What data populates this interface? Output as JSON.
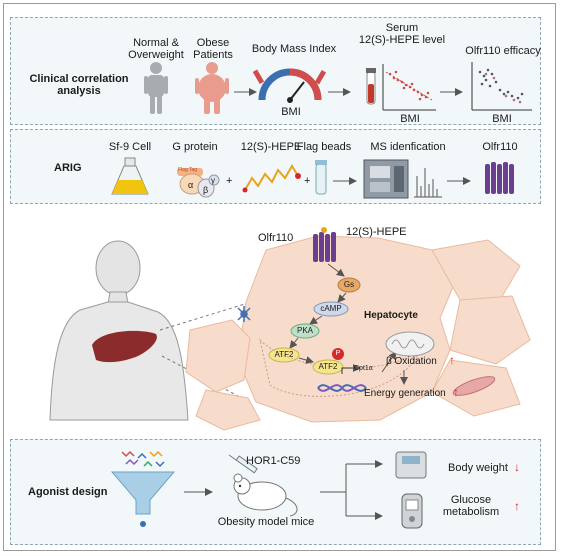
{
  "clinical": {
    "heading_line1": "Clinical correlation",
    "heading_line2": "analysis",
    "normal_line1": "Normal &",
    "normal_line2": "Overweight",
    "obese_line1": "Obese",
    "obese_line2": "Patients",
    "bmi_title": "Body Mass Index",
    "bmi_gauge_label": "BMI",
    "serum_line1": "Serum",
    "serum_line2": "12(S)-HEPE level",
    "serum_axis_label": "BMI",
    "efficacy_title": "Olfr110 efficacy",
    "efficacy_axis_label": "BMI"
  },
  "arig": {
    "heading": "ARIG",
    "sf9": "Sf-9 Cell",
    "gprotein": "G protein",
    "hepe": "12(S)-HEPE",
    "flag": "Flag beads",
    "ms": "MS idenfication",
    "olfr": "Olfr110",
    "flag_tag": "Flag Tag",
    "alpha": "α",
    "beta": "β",
    "gamma": "γ",
    "plus": "+"
  },
  "mechanism": {
    "olfr110": "Olfr110",
    "hepe": "12(S)-HEPE",
    "gs": "Gs",
    "camp": "cAMP",
    "pka": "PKA",
    "atf2_a": "ATF2",
    "atf2_b": "ATF2",
    "p": "P",
    "cpt1a": "Cpt1α",
    "hepatocyte": "Hepatocyte",
    "beta_oxidation": "β Oxidation",
    "energy": "Energy generation",
    "up_arrow": "↑"
  },
  "agonist": {
    "heading": "Agonist design",
    "compound": "HOR1-C59",
    "mice": "Obesity model mice",
    "body_weight": "Body weight",
    "glucose_line1": "Glucose",
    "glucose_line2": "metabolism",
    "down_arrow": "↓",
    "up_arrow": "↑"
  },
  "colors": {
    "panel_border": "#8da8b3",
    "panel_fill": "#f2f8fa",
    "cell": "#f8dccb",
    "cell_stroke": "#e9b9a0",
    "receptor": "#6b3f8f",
    "arrow_red": "#d62828",
    "liver": "#8b2b2b",
    "person": "#a8acb0",
    "obese": "#e99c8e"
  },
  "icons": [
    "person-normal-icon",
    "person-obese-icon",
    "bmi-gauge-icon",
    "blood-tube-icon",
    "scatter-plot-icon",
    "flask-icon",
    "g-protein-icon",
    "molecule-chain-icon",
    "flag-bead-tube-icon",
    "mass-spectrometer-icon",
    "receptor-icon",
    "human-torso-icon",
    "liver-icon",
    "mitochondrion-icon",
    "dna-icon",
    "funnel-icon",
    "mouse-icon",
    "syringe-icon",
    "scale-icon",
    "glucometer-icon"
  ]
}
